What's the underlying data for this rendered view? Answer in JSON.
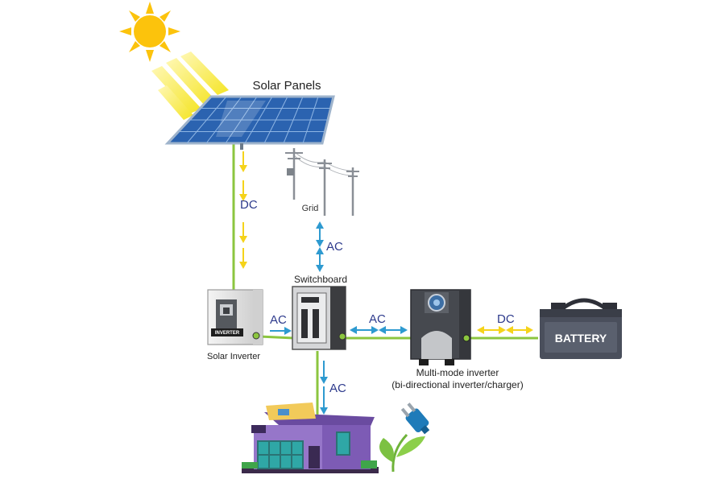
{
  "labels": {
    "solar_panels": "Solar Panels",
    "grid": "Grid",
    "switchboard": "Switchboard",
    "solar_inverter": "Solar Inverter",
    "inverter_plate": "INVERTER",
    "multimode_line1": "Multi-mode inverter",
    "multimode_line2": "(bi-directional inverter/charger)",
    "battery": "BATTERY"
  },
  "flows": {
    "panel_to_inverter": "DC",
    "grid_to_switchboard": "AC",
    "inverter_to_switchboard": "AC",
    "switchboard_to_multimode": "AC",
    "multimode_to_battery": "DC",
    "switchboard_to_house": "AC"
  },
  "colors": {
    "wire": "#8cc63f",
    "dc_arrow": "#f5d31a",
    "ac_arrow": "#2e9ad0",
    "flow_text": "#2d3a8c",
    "sun": "#fcc30c",
    "panel": "#2b63b0",
    "battery": "#4a4f5c"
  }
}
